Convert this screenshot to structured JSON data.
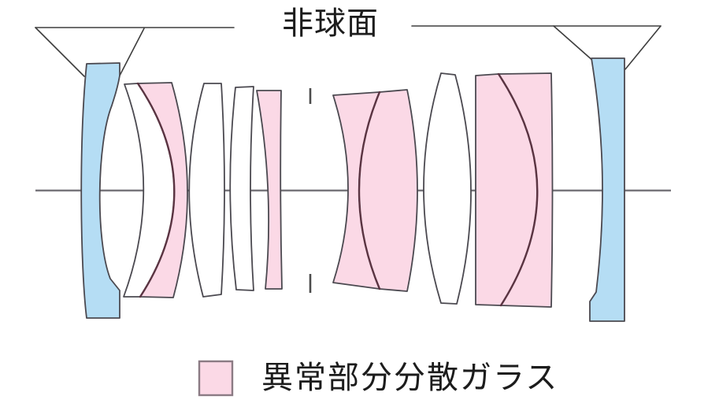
{
  "diagram": {
    "type": "lens-construction-cross-section"
  },
  "annotations": {
    "aspherical": {
      "label": "非球面",
      "points_to": [
        "front aspherical element",
        "rear aspherical element"
      ]
    }
  },
  "legend": {
    "label": "異常部分分散ガラス"
  },
  "colors": {
    "aspherical_glass": "#b5ddf4",
    "anomalous_dispersion_glass": "#fbd9e6",
    "standard_glass": "#ffffff",
    "outline": "#4b4950",
    "cement_line": "#5a3442",
    "optical_axis": "#78767b",
    "aperture_stop": "#4c4c4c",
    "callout_line": "#3e3e3e",
    "legend_swatch_border": "#8b7b84",
    "text": "#1c1c1c"
  },
  "elements": [
    {
      "id": "E1",
      "glass": "aspherical"
    },
    {
      "id": "E2",
      "glass": "standard"
    },
    {
      "id": "E3",
      "glass": "anomalous_dispersion"
    },
    {
      "id": "E4",
      "glass": "standard"
    },
    {
      "id": "E5",
      "glass": "standard"
    },
    {
      "id": "E6",
      "glass": "anomalous_dispersion"
    },
    {
      "id": "E7",
      "glass": "anomalous_dispersion"
    },
    {
      "id": "E8",
      "glass": "anomalous_dispersion"
    },
    {
      "id": "E9",
      "glass": "standard"
    },
    {
      "id": "E10",
      "glass": "anomalous_dispersion"
    },
    {
      "id": "E11",
      "glass": "anomalous_dispersion"
    },
    {
      "id": "E12",
      "glass": "aspherical"
    }
  ],
  "cemented_groups": [
    [
      "E2",
      "E3"
    ],
    [
      "E7",
      "E8"
    ],
    [
      "E10",
      "E11"
    ]
  ]
}
